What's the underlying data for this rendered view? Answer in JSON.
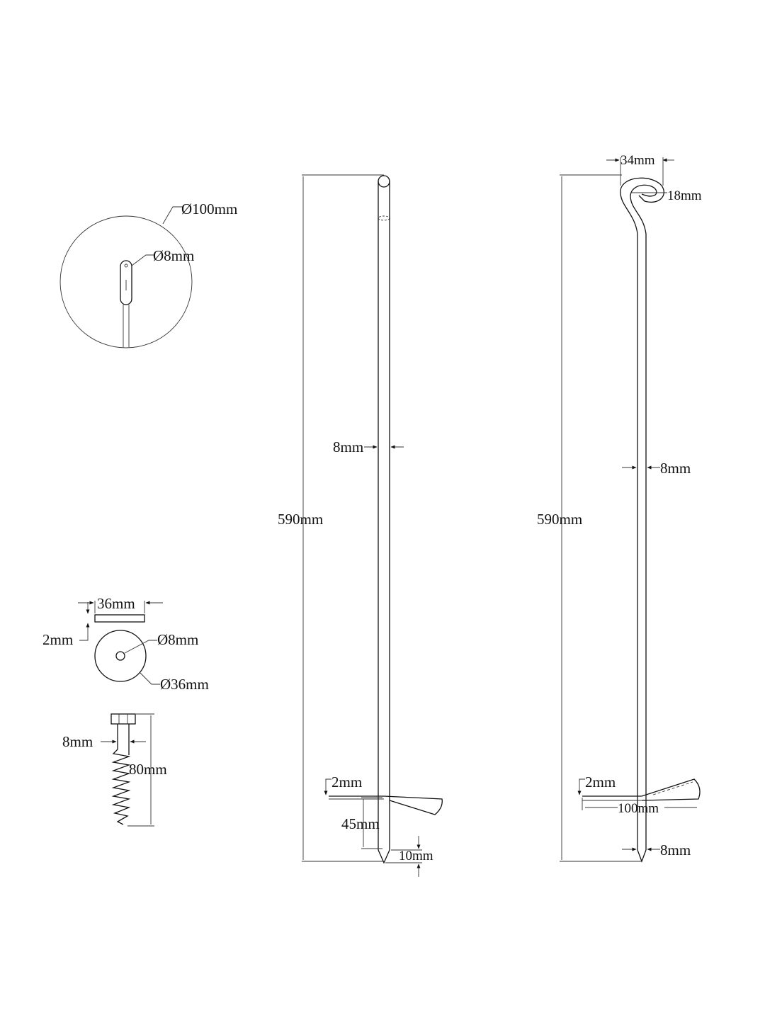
{
  "detail_circle": {
    "outer_diameter": "Ø100mm",
    "rod_diameter": "Ø8mm"
  },
  "washer": {
    "width": "36mm",
    "thickness": "2mm",
    "hole_diameter": "Ø8mm",
    "outer_diameter": "Ø36mm"
  },
  "screw": {
    "diameter": "8mm",
    "length": "80mm"
  },
  "anchor_straight": {
    "height": "590mm",
    "rod_width": "8mm",
    "blade_thickness": "2mm",
    "blade_to_tip": "45mm",
    "tip_length": "10mm"
  },
  "anchor_loop": {
    "loop_width": "34mm",
    "loop_inner": "18mm",
    "rod_width": "8mm",
    "height": "590mm",
    "blade_thickness": "2mm",
    "blade_width": "100mm",
    "tip_width": "8mm"
  }
}
